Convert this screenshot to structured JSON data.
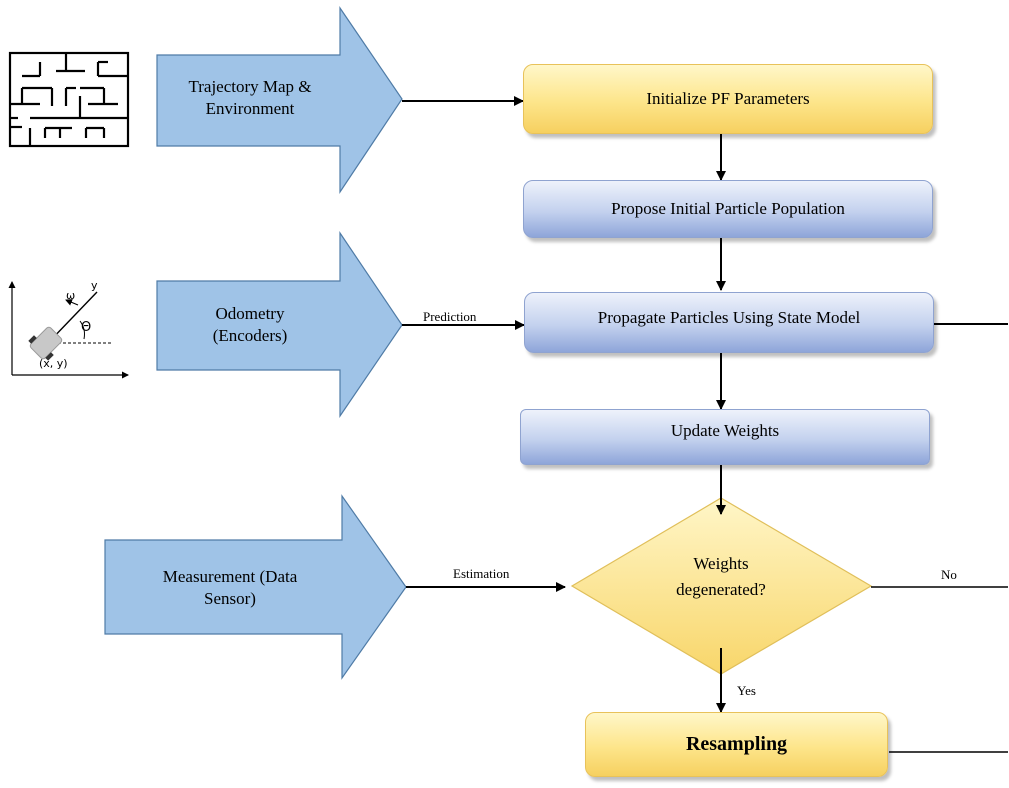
{
  "inputs": {
    "map": "Trajectory Map & Environment",
    "odometry": "Odometry (Encoders)",
    "measurement": "Measurement (Data Sensor)"
  },
  "edge_labels": {
    "prediction": "Prediction",
    "estimation": "Estimation",
    "no": "No",
    "yes": "Yes"
  },
  "steps": {
    "init": "Initialize PF Parameters",
    "propose": "Propose Initial Particle Population",
    "propagate": "Propagate Particles Using State Model",
    "update": "Update Weights",
    "decision": "Weights degenerated?",
    "resample": "Resampling"
  },
  "robot_figure": {
    "omega": "ω",
    "theta": "Θ",
    "y": "y",
    "pose": "(x, y)"
  },
  "colors": {
    "arrow_fill": "#9fc3e7",
    "arrow_stroke": "#4f7ba6",
    "yellow_box": "#fde58a",
    "blue_box": "#c3d1ee"
  }
}
